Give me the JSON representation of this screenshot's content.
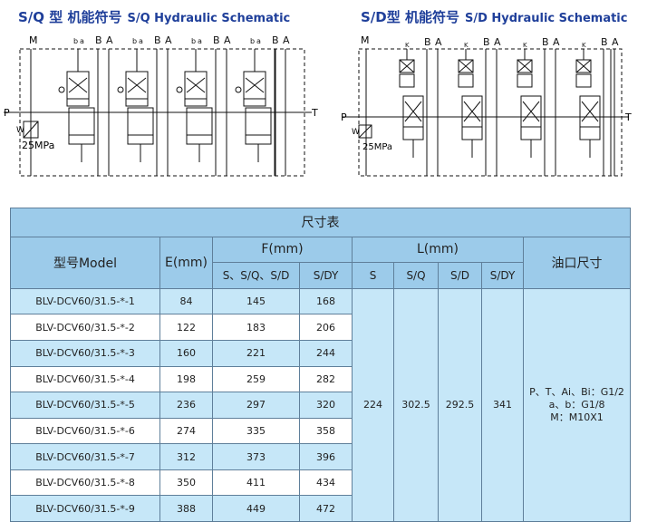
{
  "titles": {
    "left_cn": "S/Q 型 机能符号",
    "left_en": "S/Q Hydraulic Schematic",
    "right_cn": "S/D型 机能符号",
    "right_en": "S/D Hydraulic Schematic"
  },
  "schematic": {
    "port_M": "M",
    "port_P": "P",
    "port_T": "T",
    "port_B": "B",
    "port_A": "A",
    "port_b": "b",
    "port_a": "a",
    "port_K": "K",
    "relief_w": "W",
    "pressure": "25MPa"
  },
  "table": {
    "caption": "尺寸表",
    "headers": {
      "model": "型号Model",
      "e": "E(mm)",
      "f": "F(mm)",
      "l": "L(mm)",
      "port": "油口尺寸",
      "f_sub1": "S、S/Q、S/D",
      "f_sub2": "S/DY",
      "l_sub1": "S",
      "l_sub2": "S/Q",
      "l_sub3": "S/D",
      "l_sub4": "S/DY"
    },
    "rows": [
      {
        "model": "BLV-DCV60/31.5-*-1",
        "e": "84",
        "f1": "145",
        "f2": "168"
      },
      {
        "model": "BLV-DCV60/31.5-*-2",
        "e": "122",
        "f1": "183",
        "f2": "206"
      },
      {
        "model": "BLV-DCV60/31.5-*-3",
        "e": "160",
        "f1": "221",
        "f2": "244"
      },
      {
        "model": "BLV-DCV60/31.5-*-4",
        "e": "198",
        "f1": "259",
        "f2": "282"
      },
      {
        "model": "BLV-DCV60/31.5-*-5",
        "e": "236",
        "f1": "297",
        "f2": "320"
      },
      {
        "model": "BLV-DCV60/31.5-*-6",
        "e": "274",
        "f1": "335",
        "f2": "358"
      },
      {
        "model": "BLV-DCV60/31.5-*-7",
        "e": "312",
        "f1": "373",
        "f2": "396"
      },
      {
        "model": "BLV-DCV60/31.5-*-8",
        "e": "350",
        "f1": "411",
        "f2": "434"
      },
      {
        "model": "BLV-DCV60/31.5-*-9",
        "e": "388",
        "f1": "449",
        "f2": "472"
      }
    ],
    "l_values": {
      "s": "224",
      "sq": "302.5",
      "sd": "292.5",
      "sdy": "341"
    },
    "ports": {
      "line1": "P、T、Ai、Bi：G1/2",
      "line2": "a、b：G1/8",
      "line3": "M：M10X1"
    }
  }
}
